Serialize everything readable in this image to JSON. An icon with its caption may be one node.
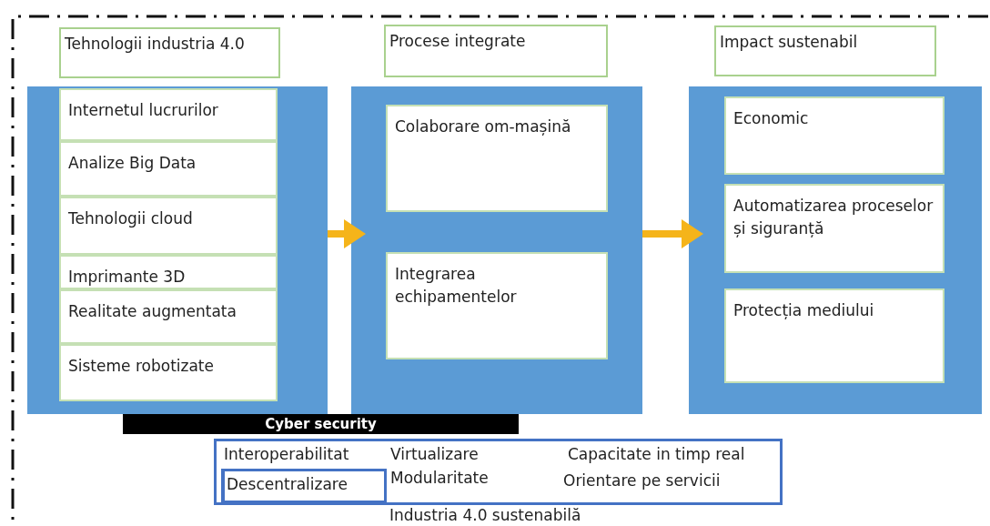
{
  "diagram": {
    "nodes": [
      {
        "text": [
          "Tehnologii industria 4.0"
        ]
      },
      {
        "text": [],
        "shape": "box"
      },
      {
        "text": [
          "Internetul lucrurilor"
        ],
        "in": 1
      },
      {
        "text": [
          "Analize Big Data"
        ],
        "in": 1
      },
      {
        "text": [
          "Tehnologii cloud"
        ],
        "in": 1
      },
      {
        "text": [
          "Imprimante 3D"
        ],
        "in": 1
      },
      {
        "text": [
          "Realitate augmentata"
        ],
        "in": 1
      },
      {
        "text": [
          "Sisteme robotizate"
        ],
        "in": 1
      },
      {
        "text": [
          "Procese integrate"
        ]
      },
      {
        "text": [],
        "shape": "box"
      },
      {
        "text": [
          "Colaborare om-mașină"
        ],
        "in": 9
      },
      {
        "text": [
          "Integrarea echipamentelor"
        ],
        "in": 9
      },
      {
        "text": [
          "Impact sustenabil"
        ]
      },
      {
        "text": [],
        "shape": "box"
      },
      {
        "text": [
          "Economic"
        ],
        "in": 13
      },
      {
        "text": [
          "Automatizarea proceselor și siguranță"
        ],
        "in": 13
      },
      {
        "text": [
          "Protecția mediului"
        ],
        "in": 13
      },
      {
        "text": [
          "Cyber security"
        ]
      },
      {
        "text": [
          "Interoperabilitat",
          "Virtualizare",
          "Capacitate in timp real",
          "Modularitate",
          "Orientare pe servicii"
        ]
      },
      {
        "text": [
          "Descentralizare"
        ],
        "in": 18
      }
    ],
    "edges": [
      {
        "from": 1,
        "to": 9,
        "arrow": "to"
      },
      {
        "from": 9,
        "to": 13,
        "arrow": "to"
      }
    ],
    "labels": [
      "Industria 4.0 sustenabilă"
    ]
  }
}
